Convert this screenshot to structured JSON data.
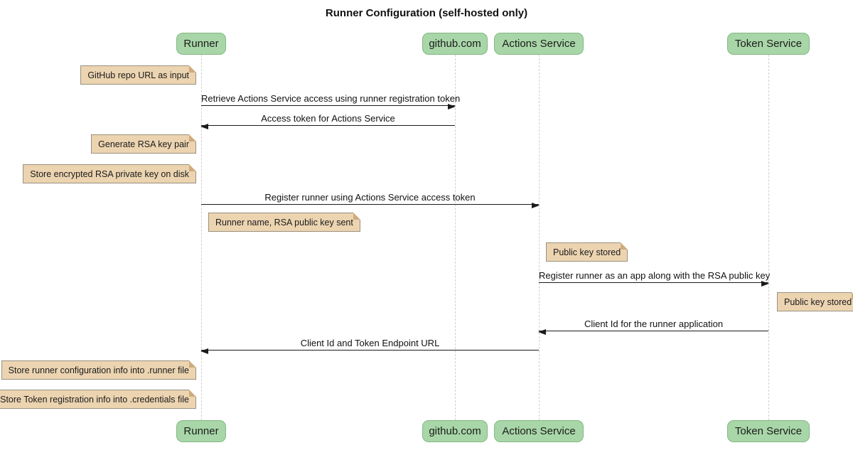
{
  "diagram": {
    "title": "Runner Configuration (self-hosted only)",
    "type": "sequence-diagram"
  },
  "colors": {
    "participant_fill": "#a8d6a8",
    "participant_border": "#84b884",
    "note_fill": "#ecd4b1",
    "note_border": "#99917f",
    "note_fold": "#cfab7d",
    "lifeline": "#cfcfcf",
    "arrow": "#1b1b1b",
    "background": "#ffffff"
  },
  "participants": [
    {
      "label": "Runner"
    },
    {
      "label": "github.com"
    },
    {
      "label": "Actions Service"
    },
    {
      "label": "Token Service"
    }
  ],
  "messages": [
    {
      "from": "Runner",
      "to": "github.com",
      "text": "Retrieve Actions Service access using runner registration token"
    },
    {
      "from": "github.com",
      "to": "Runner",
      "text": "Access token for Actions Service"
    },
    {
      "from": "Runner",
      "to": "Actions Service",
      "text": "Register runner using Actions Service access token"
    },
    {
      "from": "Actions Service",
      "to": "Token Service",
      "text": "Register runner as an app along with the RSA public key"
    },
    {
      "from": "Token Service",
      "to": "Actions Service",
      "text": "Client Id for the runner application"
    },
    {
      "from": "Actions Service",
      "to": "Runner",
      "text": "Client Id and Token Endpoint URL"
    }
  ],
  "notes": [
    {
      "position": "left of Runner",
      "text": "GitHub repo URL as input"
    },
    {
      "position": "left of Runner",
      "text": "Generate RSA key pair"
    },
    {
      "position": "left of Runner",
      "text": "Store encrypted RSA private key on disk"
    },
    {
      "position": "right of Runner",
      "text": "Runner name, RSA public key sent"
    },
    {
      "position": "right of Actions Service",
      "text": "Public key stored"
    },
    {
      "position": "right of Token Service",
      "text": "Public key stored"
    },
    {
      "position": "left of Runner",
      "text": "Store runner configuration info into .runner file"
    },
    {
      "position": "left of Runner",
      "text": "Store Token registration info into .credentials file"
    }
  ]
}
